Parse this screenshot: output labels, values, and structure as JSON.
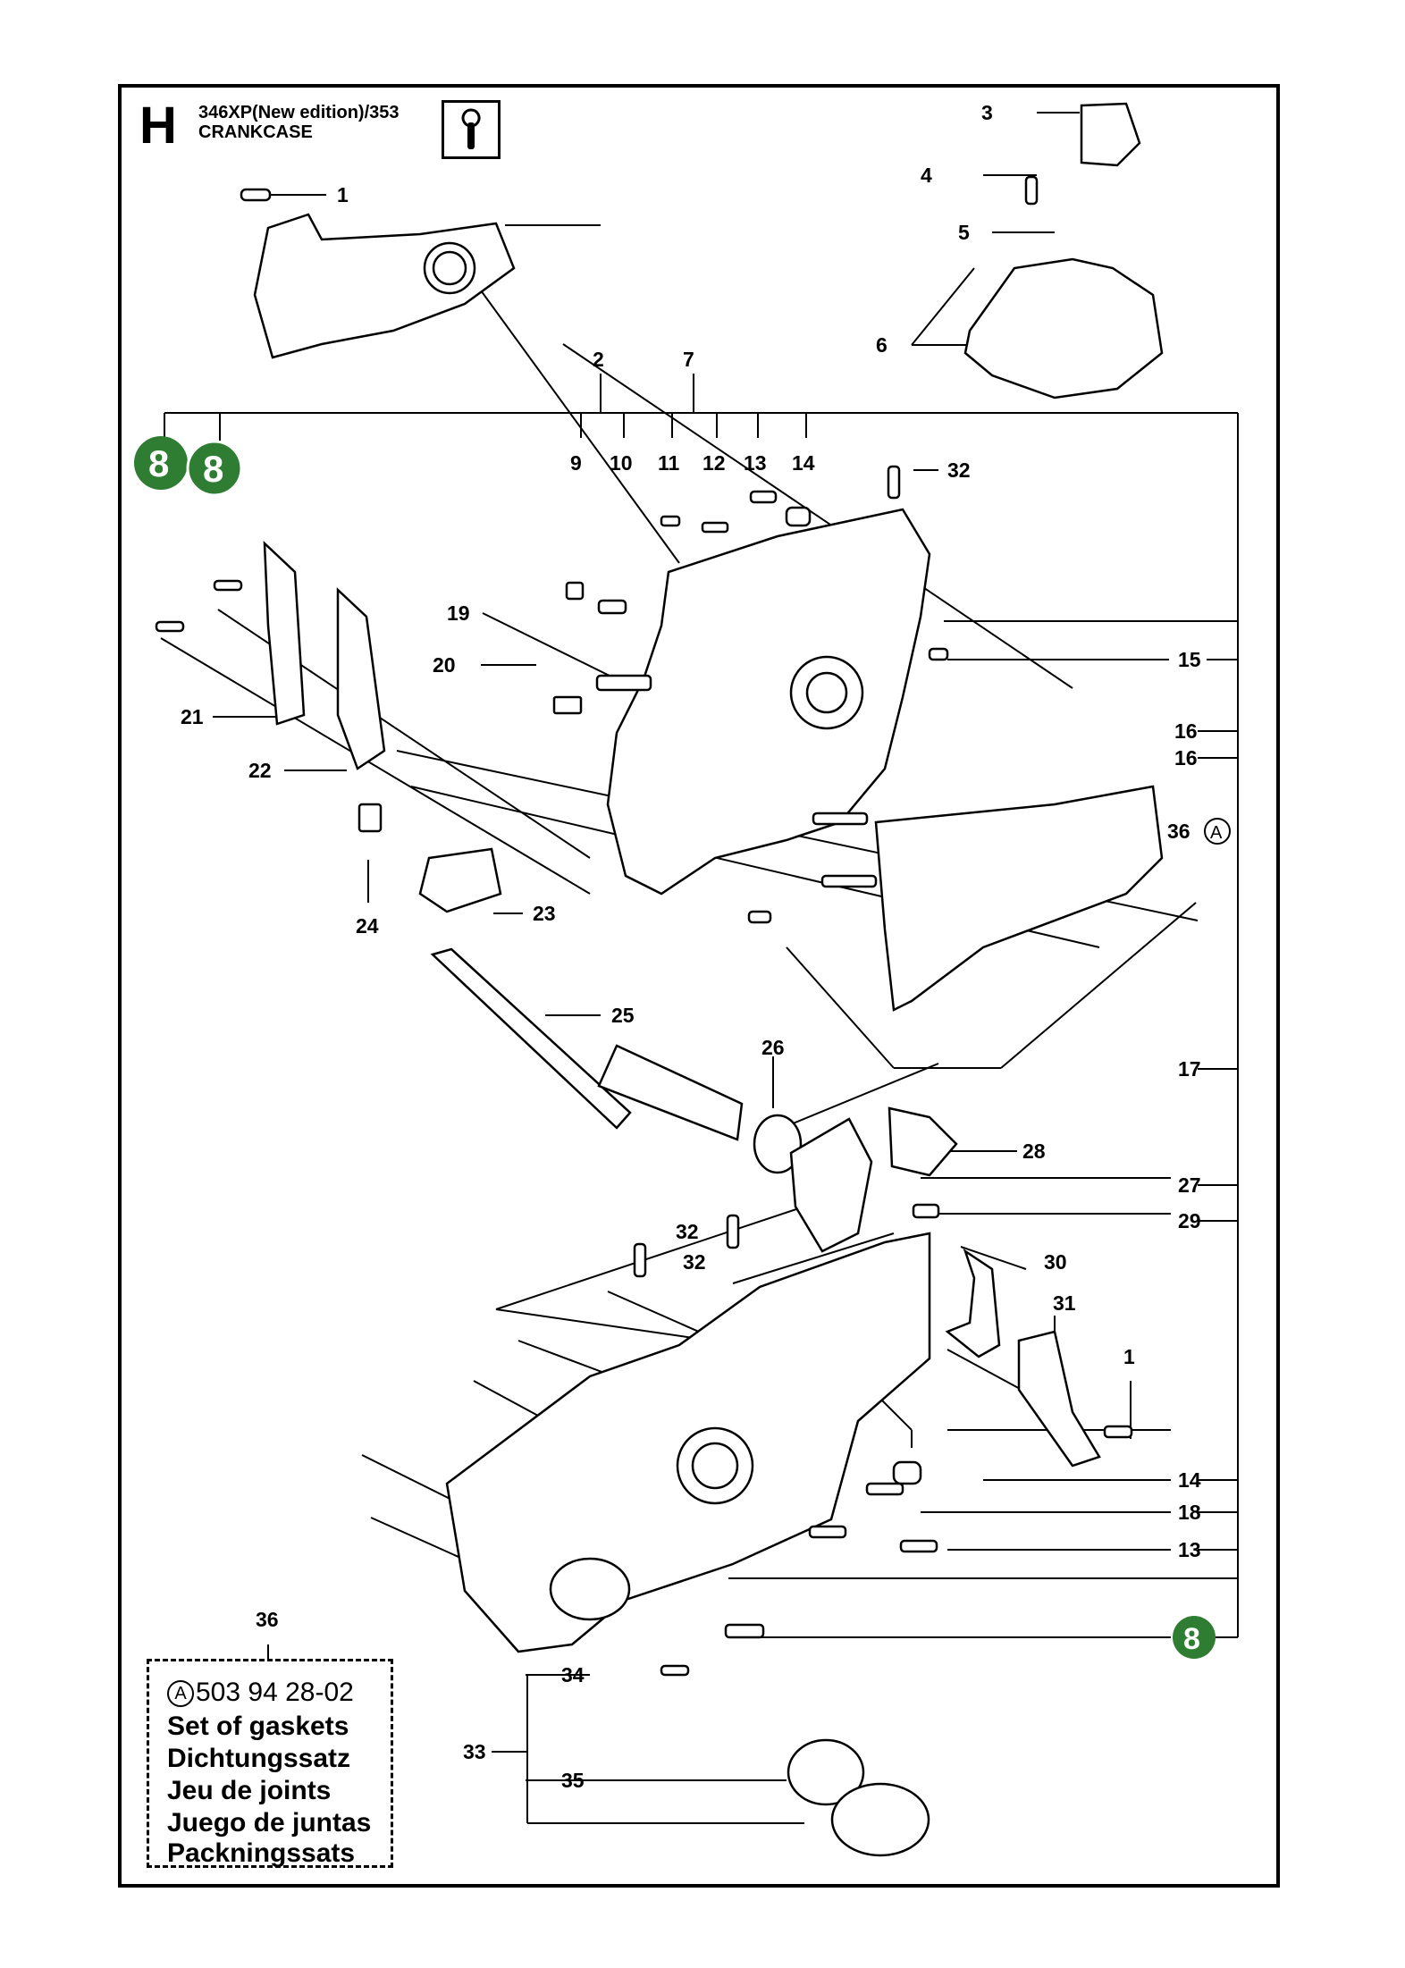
{
  "header": {
    "section_letter": "H",
    "model": "346XP(New edition)/353",
    "part_group": "CRANKCASE"
  },
  "callouts": {
    "c1a": "1",
    "c2": "2",
    "c3": "3",
    "c4": "4",
    "c5": "5",
    "c6": "6",
    "c7": "7",
    "c9": "9",
    "c10": "10",
    "c11": "11",
    "c12": "12",
    "c13a": "13",
    "c14a": "14",
    "c32a": "32",
    "c19": "19",
    "c20": "20",
    "c21": "21",
    "c22": "22",
    "c15": "15",
    "c16a": "16",
    "c16b": "16",
    "c36a": "36",
    "c24": "24",
    "c23": "23",
    "c25": "25",
    "c26": "26",
    "c17": "17",
    "c28": "28",
    "c27": "27",
    "c29": "29",
    "c32b": "32",
    "c32c": "32",
    "c30": "30",
    "c31": "31",
    "c1b": "1",
    "c14b": "14",
    "c18": "18",
    "c13b": "13",
    "c36b": "36",
    "c34": "34",
    "c33": "33",
    "c35": "35"
  },
  "reference_badges": {
    "top_left_1": "8",
    "top_left_2": "8",
    "bottom_right": "8"
  },
  "circle_marker": "A",
  "gasket_set": {
    "marker": "A",
    "part_number": "503 94 28-02",
    "names": [
      "Set of gaskets",
      "Dichtungssatz",
      "Jeu de joints",
      "Juego de juntas",
      "Packningssats"
    ]
  },
  "colors": {
    "badge_green": "#2e7d32",
    "line": "#000000"
  },
  "icons": [
    "wrench-icon"
  ]
}
